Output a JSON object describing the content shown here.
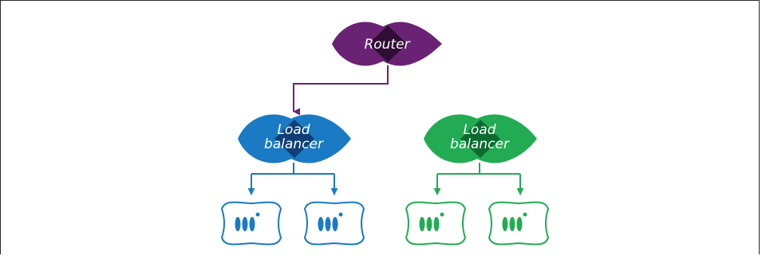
{
  "diagram": {
    "router": {
      "label": "Router",
      "color": "#6a2274",
      "overlap_color": "#2f0d35"
    },
    "balancers": [
      {
        "label_line1": "Load",
        "label_line2": "balancer",
        "color": "#1a7ac3",
        "overlap_color": "#0f3f76",
        "servers": 2
      },
      {
        "label_line1": "Load",
        "label_line2": "balancer",
        "color": "#22ab53",
        "overlap_color": "#0d6b30",
        "servers": 2
      }
    ]
  }
}
